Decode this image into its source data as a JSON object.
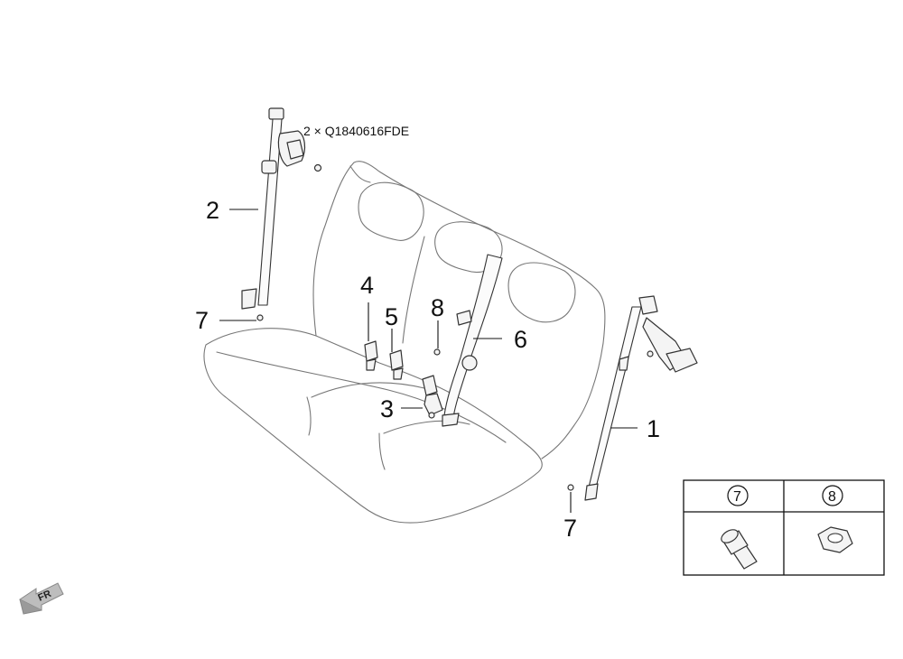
{
  "callouts": {
    "c1": "1",
    "c2": "2",
    "c3": "3",
    "c4": "4",
    "c5": "5",
    "c6": "6",
    "c7a": "7",
    "c7b": "7",
    "c8": "8"
  },
  "bolt_note": "2 × Q1840616FDE",
  "legend": {
    "col7": "7",
    "col8": "8"
  },
  "direction_label": "FR"
}
